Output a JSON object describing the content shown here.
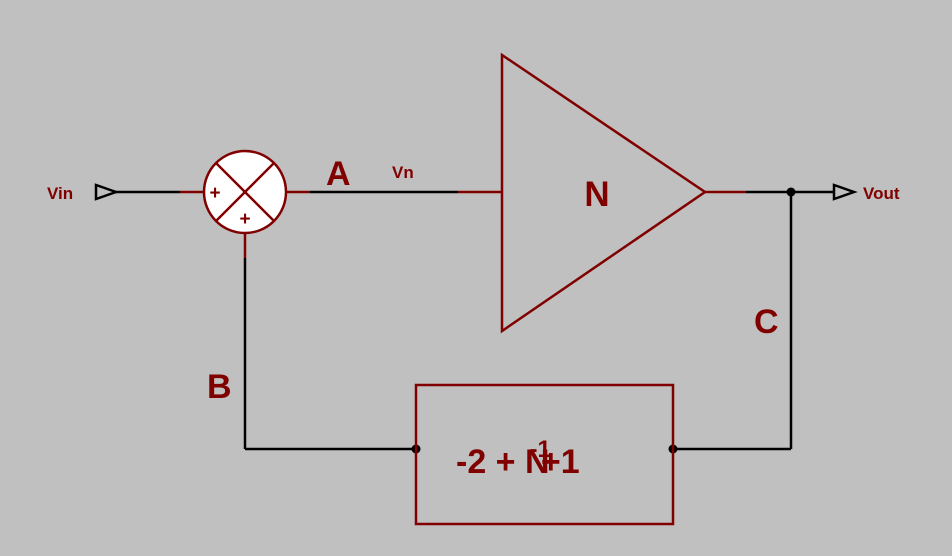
{
  "colors": {
    "background": "#c0c0c0",
    "component": "#800000",
    "wire": "#000000"
  },
  "ports": {
    "input": "Vin",
    "output": "Vout"
  },
  "summer": {
    "sign_left": "+",
    "sign_bottom": "+"
  },
  "nodes": {
    "a": "A",
    "b": "B",
    "c": "C"
  },
  "net_label": "Vn",
  "amplifier": {
    "gain": "N"
  },
  "feedback": {
    "expr_before": "-2 + N",
    "expr_exponent": "-1",
    "expr_after": "+1"
  }
}
